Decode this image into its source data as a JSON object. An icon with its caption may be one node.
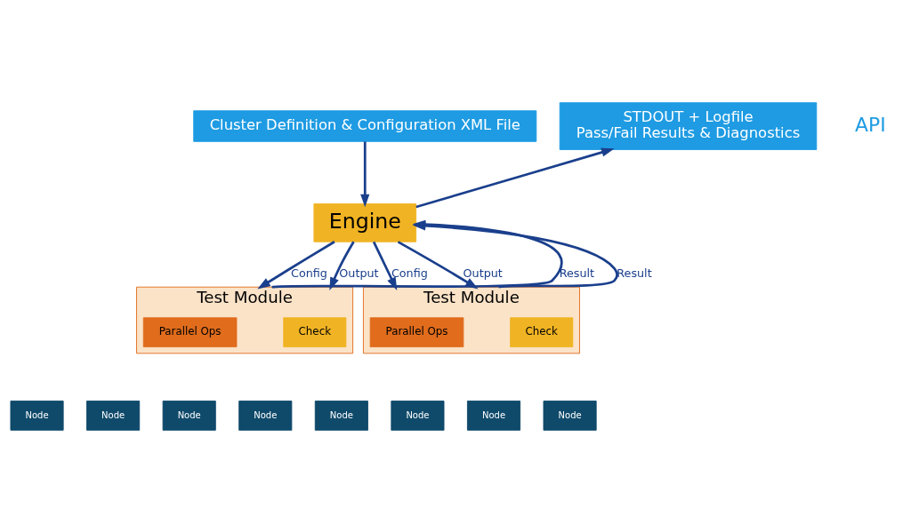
{
  "diagram": {
    "nodes": [
      {
        "text": [
          "Cluster Definition & Configuration XML File"
        ]
      },
      {
        "text": [
          "STDOUT + Logfile",
          "Pass/Fail Results & Diagnostics"
        ]
      },
      {
        "text": [
          "Engine"
        ]
      },
      {
        "text": [
          "Test Module"
        ]
      },
      {
        "text": [
          "Parallel Ops"
        ],
        "in": 3
      },
      {
        "text": [
          "Check"
        ],
        "in": 3
      },
      {
        "text": [
          "Node"
        ]
      },
      {
        "text": [
          "Node"
        ]
      },
      {
        "text": [
          "Node"
        ]
      },
      {
        "text": [
          "Node"
        ]
      },
      {
        "text": [
          "Test Module"
        ]
      },
      {
        "text": [
          "Parallel Ops"
        ],
        "in": 10
      },
      {
        "text": [
          "Check"
        ],
        "in": 10
      },
      {
        "text": [
          "Node"
        ]
      },
      {
        "text": [
          "Node"
        ]
      },
      {
        "text": [
          "Node"
        ]
      },
      {
        "text": [
          "Node"
        ]
      }
    ],
    "edges": [
      {
        "from": 0,
        "to": 2,
        "arrow": "to"
      },
      {
        "from": 2,
        "to": 1,
        "arrow": "to"
      },
      {
        "from": 2,
        "to": 3,
        "arrow": "to",
        "label": "Config"
      },
      {
        "from": 2,
        "to": 3,
        "arrow": "to",
        "label": "Output"
      },
      {
        "from": 3,
        "to": 2,
        "arrow": "to",
        "label": "Result"
      },
      {
        "from": 2,
        "to": 10,
        "arrow": "to",
        "label": "Config"
      },
      {
        "from": 2,
        "to": 10,
        "arrow": "to",
        "label": "Output"
      },
      {
        "from": 10,
        "to": 2,
        "arrow": "to",
        "label": "Result"
      }
    ],
    "labels": [
      "API"
    ]
  }
}
